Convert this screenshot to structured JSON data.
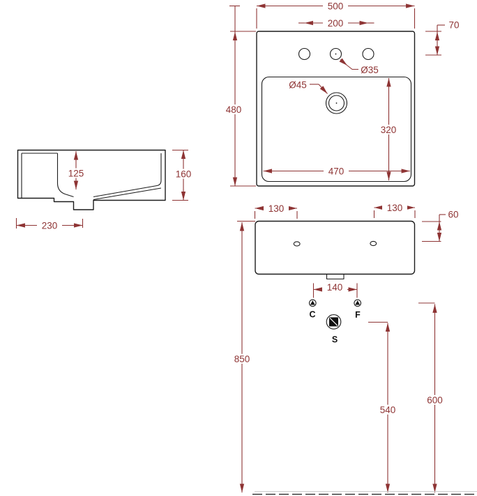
{
  "drawing": {
    "background": "#ffffff",
    "line_color": "#1c1c1c",
    "dimension_color": "#8e3434",
    "plan_view": {
      "overall_width": "500",
      "faucet_hole_spacing": "200",
      "faucet_offset": "70",
      "overall_depth": "480",
      "basin_depth": "320",
      "basin_width": "470",
      "faucet_hole_diameter": "Ø35",
      "drain_diameter": "Ø45"
    },
    "side_view": {
      "inner_depth": "125",
      "height": "160",
      "projection": "230"
    },
    "front_view": {
      "left_hole_offset": "130",
      "right_hole_offset": "130",
      "hole_drop": "60",
      "supply_spacing": "140",
      "cold_label": "C",
      "hot_label": "F",
      "waste_label": "S",
      "rim_height": "850",
      "waste_height": "540",
      "supply_height": "600"
    }
  }
}
